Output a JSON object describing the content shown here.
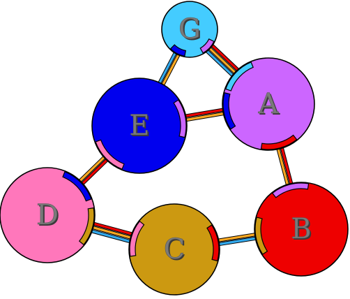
{
  "nodes": [
    {
      "id": "G",
      "label": "G",
      "color": "#44ccff",
      "size": "small"
    },
    {
      "id": "A",
      "label": "A",
      "color": "#cc66ff",
      "size": "large"
    },
    {
      "id": "E",
      "label": "E",
      "color": "#0000ee",
      "size": "large"
    },
    {
      "id": "D",
      "label": "D",
      "color": "#ff77bb",
      "size": "large"
    },
    {
      "id": "C",
      "label": "C",
      "color": "#cc9911",
      "size": "large"
    },
    {
      "id": "B",
      "label": "B",
      "color": "#ee0000",
      "size": "large"
    }
  ],
  "edges": [
    {
      "from": "G",
      "to": "A",
      "colors": [
        "#ee0000",
        "#ffaa22",
        "#33aaee"
      ]
    },
    {
      "from": "G",
      "to": "E",
      "colors": [
        "#ffaa22",
        "#33aaee"
      ]
    },
    {
      "from": "E",
      "to": "A",
      "colors": [
        "#ee0000",
        "#ffaa22"
      ]
    },
    {
      "from": "A",
      "to": "B",
      "colors": [
        "#ee0000",
        "#ffaa22"
      ]
    },
    {
      "from": "E",
      "to": "D",
      "colors": [
        "#ee0000",
        "#ffaa22"
      ]
    },
    {
      "from": "D",
      "to": "C",
      "colors": [
        "#ee0000",
        "#ffaa22",
        "#33aaee"
      ]
    },
    {
      "from": "C",
      "to": "B",
      "colors": [
        "#ffaa22",
        "#33aaee"
      ]
    }
  ],
  "ports": [
    {
      "node": "G",
      "toward": "A",
      "color": "#cc66ff"
    },
    {
      "node": "G",
      "toward": "E",
      "color": "#0000ee"
    },
    {
      "node": "A",
      "toward": "G",
      "color": "#44ccff"
    },
    {
      "node": "A",
      "toward": "E",
      "color": "#0000ee"
    },
    {
      "node": "A",
      "toward": "B",
      "color": "#ee0000"
    },
    {
      "node": "E",
      "toward": "A",
      "color": "#cc66ff"
    },
    {
      "node": "E",
      "toward": "D",
      "color": "#ff77bb"
    },
    {
      "node": "D",
      "toward": "E",
      "color": "#0000ee"
    },
    {
      "node": "D",
      "toward": "C",
      "color": "#cc9911"
    },
    {
      "node": "C",
      "toward": "D",
      "color": "#ff77bb"
    },
    {
      "node": "C",
      "toward": "B",
      "color": "#ee0000"
    },
    {
      "node": "B",
      "toward": "A",
      "color": "#cc66ff"
    },
    {
      "node": "B",
      "toward": "C",
      "color": "#cc9911"
    }
  ]
}
